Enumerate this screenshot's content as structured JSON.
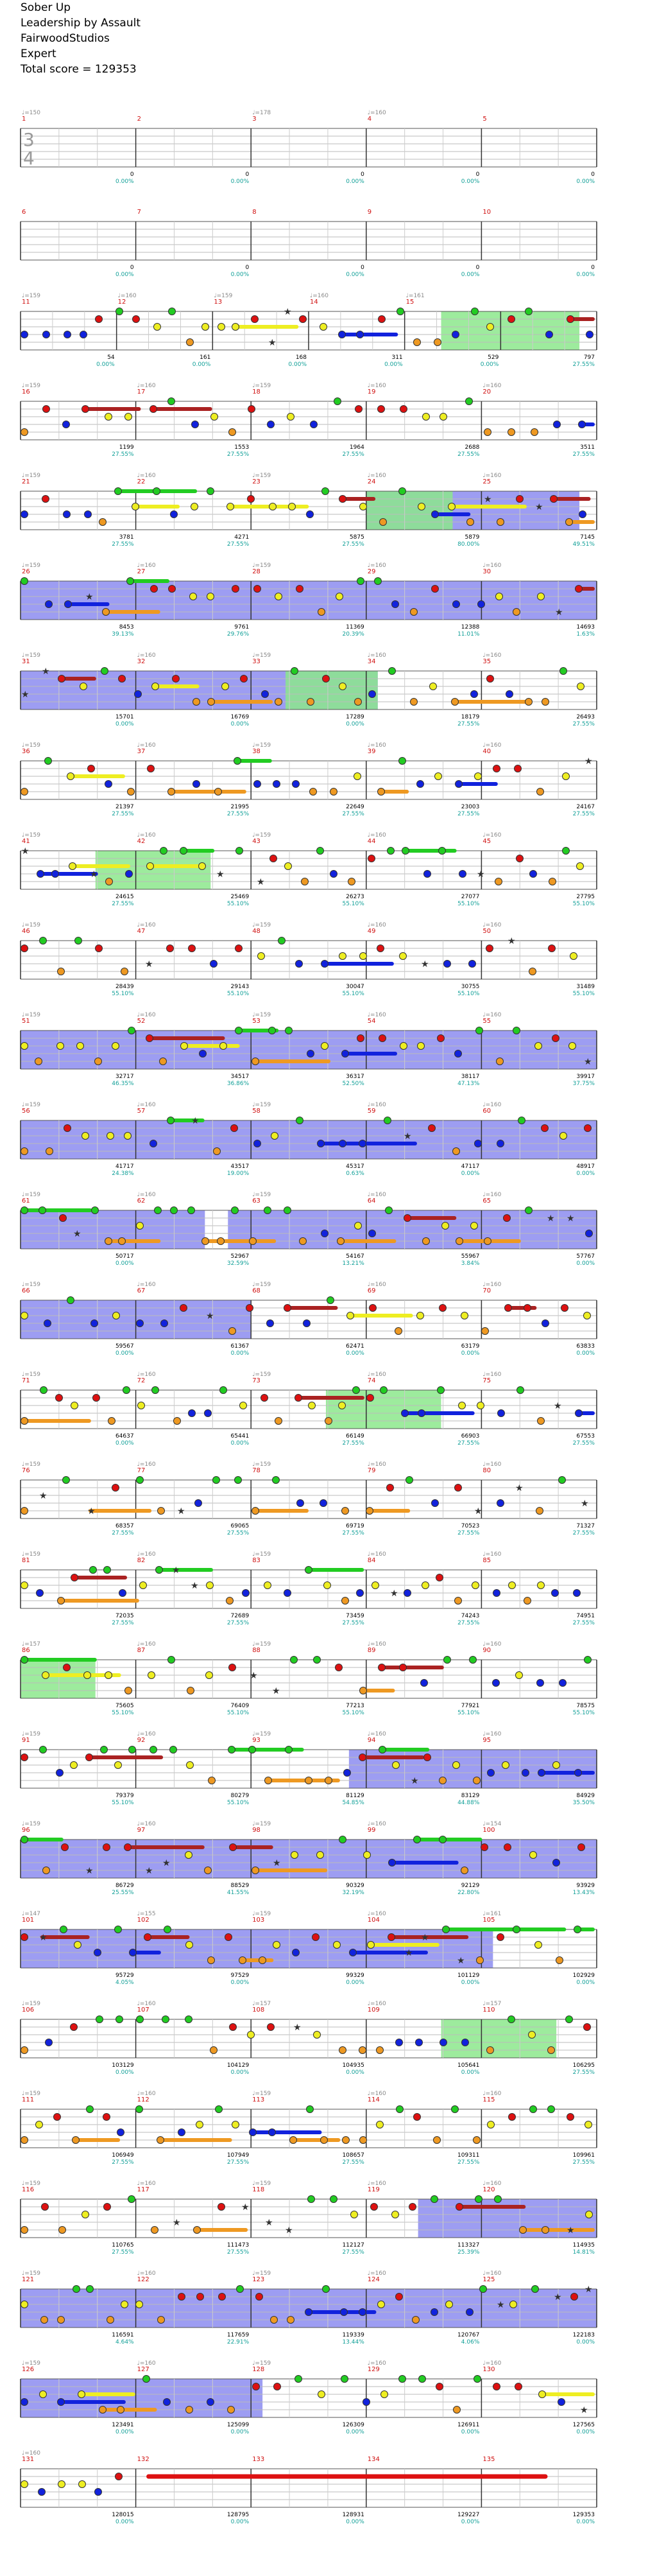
{
  "header": {
    "song": "Sober Up",
    "artist": "Leadership by Assault",
    "charter": "FairwoodStudios",
    "difficulty": "Expert",
    "total_score": "Total score = 129353"
  },
  "colors": {
    "green": "#22cc22",
    "red": "#dd1111",
    "yellow": "#eeee22",
    "blue": "#1122dd",
    "orange": "#ee9922",
    "sustain_red": "#aa2222",
    "overdrive_zone": "#8c8cf0",
    "phrase_zone": "#8ce88c",
    "squeeze": "#ff9090"
  },
  "time_signature": {
    "top": "3",
    "bottom": "4"
  },
  "rows": [
    {
      "measures": [
        {
          "n": "1",
          "tempo": "♩=150",
          "score": "0",
          "pct": "0.00%"
        },
        {
          "n": "2",
          "tempo": "",
          "score": "0",
          "pct": "0.00%"
        },
        {
          "n": "3",
          "tempo": "♩=178",
          "score": "0",
          "pct": "0.00%"
        },
        {
          "n": "4",
          "tempo": "♩=160",
          "score": "0",
          "pct": "0.00%"
        },
        {
          "n": "5",
          "tempo": "",
          "score": "0",
          "pct": "0.00%"
        }
      ]
    },
    {
      "measures": [
        {
          "n": "6",
          "tempo": "",
          "score": "0",
          "pct": "0.00%"
        },
        {
          "n": "7",
          "tempo": "",
          "score": "0",
          "pct": "0.00%"
        },
        {
          "n": "8",
          "tempo": "",
          "score": "0",
          "pct": "0.00%"
        },
        {
          "n": "9",
          "tempo": "",
          "score": "0",
          "pct": "0.00%"
        },
        {
          "n": "10",
          "tempo": "",
          "score": "0",
          "pct": "0.00%"
        }
      ]
    },
    {
      "measures": [
        {
          "n": "11",
          "tempo": "♩=159",
          "score": "54",
          "pct": "0.00%"
        },
        {
          "n": "12",
          "tempo": "♩=160",
          "score": "161",
          "pct": "0.00%"
        },
        {
          "n": "13",
          "tempo": "♩=159",
          "score": "168",
          "pct": "0.00%"
        },
        {
          "n": "14",
          "tempo": "♩=160",
          "score": "311",
          "pct": "0.00%"
        },
        {
          "n": "15",
          "tempo": "♩=161",
          "score": "529",
          "pct": "0.00%"
        },
        {
          "n": "",
          "tempo": "",
          "score": "797",
          "pct": "27.55%"
        }
      ]
    },
    {
      "measures": [
        {
          "n": "16",
          "tempo": "♩=159",
          "score": "1199",
          "pct": "27.55%"
        },
        {
          "n": "17",
          "tempo": "♩=160",
          "score": "1553",
          "pct": "27.55%"
        },
        {
          "n": "18",
          "tempo": "♩=159",
          "score": "1964",
          "pct": "27.55%"
        },
        {
          "n": "19",
          "tempo": "♩=160",
          "score": "2688",
          "pct": "27.55%"
        },
        {
          "n": "20",
          "tempo": "♩=160",
          "score": "3511",
          "pct": "27.55%"
        }
      ]
    },
    {
      "measures": [
        {
          "n": "21",
          "tempo": "♩=159",
          "score": "3781",
          "pct": "27.55%"
        },
        {
          "n": "22",
          "tempo": "♩=160",
          "score": "4271",
          "pct": "27.55%"
        },
        {
          "n": "23",
          "tempo": "♩=159",
          "score": "5875",
          "pct": "27.55%"
        },
        {
          "n": "24",
          "tempo": "♩=160",
          "score": "5879",
          "pct": "80.00%"
        },
        {
          "n": "25",
          "tempo": "♩=160",
          "score": "7145",
          "pct": "49.51%"
        }
      ]
    },
    {
      "measures": [
        {
          "n": "26",
          "tempo": "♩=159",
          "score": "8453",
          "pct": "39.13%"
        },
        {
          "n": "27",
          "tempo": "♩=160",
          "score": "9761",
          "pct": "29.76%"
        },
        {
          "n": "28",
          "tempo": "♩=159",
          "score": "11369",
          "pct": "20.39%"
        },
        {
          "n": "29",
          "tempo": "♩=160",
          "score": "12388",
          "pct": "11.01%"
        },
        {
          "n": "30",
          "tempo": "♩=160",
          "score": "14693",
          "pct": "1.63%"
        }
      ]
    },
    {
      "measures": [
        {
          "n": "31",
          "tempo": "♩=159",
          "score": "15701",
          "pct": "0.00%"
        },
        {
          "n": "32",
          "tempo": "♩=160",
          "score": "16769",
          "pct": "0.00%"
        },
        {
          "n": "33",
          "tempo": "♩=159",
          "score": "17289",
          "pct": "0.00%"
        },
        {
          "n": "34",
          "tempo": "♩=160",
          "score": "18179",
          "pct": "27.55%"
        },
        {
          "n": "35",
          "tempo": "♩=160",
          "score": "26493",
          "pct": "27.55%"
        }
      ]
    },
    {
      "measures": [
        {
          "n": "36",
          "tempo": "♩=159",
          "score": "21397",
          "pct": "27.55%"
        },
        {
          "n": "37",
          "tempo": "♩=160",
          "score": "21995",
          "pct": "27.55%"
        },
        {
          "n": "38",
          "tempo": "♩=159",
          "score": "22649",
          "pct": "27.55%"
        },
        {
          "n": "39",
          "tempo": "♩=160",
          "score": "23003",
          "pct": "27.55%"
        },
        {
          "n": "40",
          "tempo": "♩=160",
          "score": "24167",
          "pct": "27.55%"
        }
      ]
    },
    {
      "measures": [
        {
          "n": "41",
          "tempo": "♩=159",
          "score": "24615",
          "pct": "27.55%"
        },
        {
          "n": "42",
          "tempo": "♩=160",
          "score": "25469",
          "pct": "55.10%"
        },
        {
          "n": "43",
          "tempo": "♩=159",
          "score": "26273",
          "pct": "55.10%"
        },
        {
          "n": "44",
          "tempo": "♩=160",
          "score": "27077",
          "pct": "55.10%"
        },
        {
          "n": "45",
          "tempo": "♩=160",
          "score": "27795",
          "pct": "55.10%"
        }
      ]
    },
    {
      "measures": [
        {
          "n": "46",
          "tempo": "♩=159",
          "score": "28439",
          "pct": "55.10%"
        },
        {
          "n": "47",
          "tempo": "♩=160",
          "score": "29143",
          "pct": "55.10%"
        },
        {
          "n": "48",
          "tempo": "♩=159",
          "score": "30047",
          "pct": "55.10%"
        },
        {
          "n": "49",
          "tempo": "♩=160",
          "score": "30755",
          "pct": "55.10%"
        },
        {
          "n": "50",
          "tempo": "♩=160",
          "score": "31489",
          "pct": "55.10%"
        }
      ]
    },
    {
      "measures": [
        {
          "n": "51",
          "tempo": "♩=159",
          "score": "32717",
          "pct": "46.35%"
        },
        {
          "n": "52",
          "tempo": "♩=160",
          "score": "34517",
          "pct": "36.86%"
        },
        {
          "n": "53",
          "tempo": "♩=159",
          "score": "36317",
          "pct": "52.50%"
        },
        {
          "n": "54",
          "tempo": "♩=160",
          "score": "38117",
          "pct": "47.13%"
        },
        {
          "n": "55",
          "tempo": "♩=160",
          "score": "39917",
          "pct": "37.75%"
        }
      ]
    },
    {
      "measures": [
        {
          "n": "56",
          "tempo": "♩=159",
          "score": "41717",
          "pct": "24.38%"
        },
        {
          "n": "57",
          "tempo": "♩=160",
          "score": "43517",
          "pct": "19.00%"
        },
        {
          "n": "58",
          "tempo": "♩=159",
          "score": "45317",
          "pct": "0.63%"
        },
        {
          "n": "59",
          "tempo": "♩=160",
          "score": "47117",
          "pct": "0.00%"
        },
        {
          "n": "60",
          "tempo": "♩=160",
          "score": "48917",
          "pct": "0.00%"
        }
      ]
    },
    {
      "measures": [
        {
          "n": "61",
          "tempo": "♩=159",
          "score": "50717",
          "pct": "0.00%"
        },
        {
          "n": "62",
          "tempo": "♩=160",
          "score": "52967",
          "pct": "32.59%"
        },
        {
          "n": "63",
          "tempo": "♩=159",
          "score": "54167",
          "pct": "13.21%"
        },
        {
          "n": "64",
          "tempo": "♩=160",
          "score": "55967",
          "pct": "3.84%"
        },
        {
          "n": "65",
          "tempo": "♩=160",
          "score": "57767",
          "pct": "0.00%"
        }
      ]
    },
    {
      "measures": [
        {
          "n": "66",
          "tempo": "♩=159",
          "score": "59567",
          "pct": "0.00%"
        },
        {
          "n": "67",
          "tempo": "♩=160",
          "score": "61367",
          "pct": "0.00%"
        },
        {
          "n": "68",
          "tempo": "♩=159",
          "score": "62471",
          "pct": "0.00%"
        },
        {
          "n": "69",
          "tempo": "♩=160",
          "score": "63179",
          "pct": "0.00%"
        },
        {
          "n": "70",
          "tempo": "♩=160",
          "score": "63833",
          "pct": "0.00%"
        }
      ]
    },
    {
      "measures": [
        {
          "n": "71",
          "tempo": "♩=159",
          "score": "64637",
          "pct": "0.00%"
        },
        {
          "n": "72",
          "tempo": "♩=160",
          "score": "65441",
          "pct": "0.00%"
        },
        {
          "n": "73",
          "tempo": "♩=159",
          "score": "66149",
          "pct": "27.55%"
        },
        {
          "n": "74",
          "tempo": "♩=160",
          "score": "66903",
          "pct": "27.55%"
        },
        {
          "n": "75",
          "tempo": "♩=160",
          "score": "67553",
          "pct": "27.55%"
        }
      ]
    },
    {
      "measures": [
        {
          "n": "76",
          "tempo": "♩=159",
          "score": "68357",
          "pct": "27.55%"
        },
        {
          "n": "77",
          "tempo": "♩=160",
          "score": "69065",
          "pct": "27.55%"
        },
        {
          "n": "78",
          "tempo": "♩=159",
          "score": "69719",
          "pct": "27.55%"
        },
        {
          "n": "79",
          "tempo": "♩=160",
          "score": "70523",
          "pct": "27.55%"
        },
        {
          "n": "80",
          "tempo": "♩=160",
          "score": "71327",
          "pct": "27.55%"
        }
      ]
    },
    {
      "measures": [
        {
          "n": "81",
          "tempo": "♩=159",
          "score": "72035",
          "pct": "27.55%"
        },
        {
          "n": "82",
          "tempo": "♩=160",
          "score": "72689",
          "pct": "27.55%"
        },
        {
          "n": "83",
          "tempo": "♩=159",
          "score": "73459",
          "pct": "27.55%"
        },
        {
          "n": "84",
          "tempo": "♩=160",
          "score": "74243",
          "pct": "27.55%"
        },
        {
          "n": "85",
          "tempo": "♩=160",
          "score": "74951",
          "pct": "27.55%"
        }
      ]
    },
    {
      "measures": [
        {
          "n": "86",
          "tempo": "♩=157",
          "score": "75605",
          "pct": "55.10%"
        },
        {
          "n": "87",
          "tempo": "♩=160",
          "score": "76409",
          "pct": "55.10%"
        },
        {
          "n": "88",
          "tempo": "♩=159",
          "score": "77213",
          "pct": "55.10%"
        },
        {
          "n": "89",
          "tempo": "♩=160",
          "score": "77921",
          "pct": "55.10%"
        },
        {
          "n": "90",
          "tempo": "♩=160",
          "score": "78575",
          "pct": "55.10%"
        }
      ]
    },
    {
      "measures": [
        {
          "n": "91",
          "tempo": "♩=159",
          "score": "79379",
          "pct": "55.10%"
        },
        {
          "n": "92",
          "tempo": "♩=160",
          "score": "80279",
          "pct": "55.10%"
        },
        {
          "n": "93",
          "tempo": "♩=159",
          "score": "81129",
          "pct": "54.85%"
        },
        {
          "n": "94",
          "tempo": "♩=160",
          "score": "83129",
          "pct": "44.88%"
        },
        {
          "n": "95",
          "tempo": "♩=160",
          "score": "84929",
          "pct": "35.50%"
        }
      ]
    },
    {
      "measures": [
        {
          "n": "96",
          "tempo": "♩=159",
          "score": "86729",
          "pct": "25.55%"
        },
        {
          "n": "97",
          "tempo": "♩=160",
          "score": "88529",
          "pct": "41.55%"
        },
        {
          "n": "98",
          "tempo": "♩=159",
          "score": "90329",
          "pct": "32.19%"
        },
        {
          "n": "99",
          "tempo": "♩=160",
          "score": "92129",
          "pct": "22.80%"
        },
        {
          "n": "100",
          "tempo": "♩=154",
          "score": "93929",
          "pct": "13.43%"
        }
      ]
    },
    {
      "measures": [
        {
          "n": "101",
          "tempo": "♩=147",
          "score": "95729",
          "pct": "4.05%"
        },
        {
          "n": "102",
          "tempo": "♩=155",
          "score": "97529",
          "pct": "0.00%"
        },
        {
          "n": "103",
          "tempo": "♩=159",
          "score": "99329",
          "pct": "0.00%"
        },
        {
          "n": "104",
          "tempo": "♩=160",
          "score": "101129",
          "pct": "0.00%"
        },
        {
          "n": "105",
          "tempo": "♩=161",
          "score": "102929",
          "pct": "0.00%"
        }
      ]
    },
    {
      "measures": [
        {
          "n": "106",
          "tempo": "♩=159",
          "score": "103129",
          "pct": "0.00%"
        },
        {
          "n": "107",
          "tempo": "♩=160",
          "score": "104129",
          "pct": "0.00%"
        },
        {
          "n": "108",
          "tempo": "♩=157",
          "score": "104935",
          "pct": "0.00%"
        },
        {
          "n": "109",
          "tempo": "♩=160",
          "score": "105641",
          "pct": "0.00%"
        },
        {
          "n": "110",
          "tempo": "♩=157",
          "score": "106295",
          "pct": "27.55%"
        }
      ]
    },
    {
      "measures": [
        {
          "n": "111",
          "tempo": "♩=159",
          "score": "106949",
          "pct": "27.55%"
        },
        {
          "n": "112",
          "tempo": "♩=160",
          "score": "107949",
          "pct": "27.55%"
        },
        {
          "n": "113",
          "tempo": "♩=159",
          "score": "108657",
          "pct": "27.55%"
        },
        {
          "n": "114",
          "tempo": "♩=160",
          "score": "109311",
          "pct": "27.55%"
        },
        {
          "n": "115",
          "tempo": "♩=160",
          "score": "109961",
          "pct": "27.55%"
        }
      ]
    },
    {
      "measures": [
        {
          "n": "116",
          "tempo": "♩=159",
          "score": "110765",
          "pct": "27.55%"
        },
        {
          "n": "117",
          "tempo": "♩=160",
          "score": "111473",
          "pct": "27.55%"
        },
        {
          "n": "118",
          "tempo": "♩=159",
          "score": "112127",
          "pct": "27.55%"
        },
        {
          "n": "119",
          "tempo": "♩=160",
          "score": "113327",
          "pct": "25.39%"
        },
        {
          "n": "120",
          "tempo": "♩=160",
          "score": "114935",
          "pct": "14.81%"
        }
      ]
    },
    {
      "measures": [
        {
          "n": "121",
          "tempo": "♩=159",
          "score": "116591",
          "pct": "4.64%"
        },
        {
          "n": "122",
          "tempo": "♩=160",
          "score": "117659",
          "pct": "22.91%"
        },
        {
          "n": "123",
          "tempo": "♩=159",
          "score": "119339",
          "pct": "13.44%"
        },
        {
          "n": "124",
          "tempo": "♩=160",
          "score": "120767",
          "pct": "4.06%"
        },
        {
          "n": "125",
          "tempo": "♩=160",
          "score": "122183",
          "pct": "0.00%"
        }
      ]
    },
    {
      "measures": [
        {
          "n": "126",
          "tempo": "♩=159",
          "score": "123491",
          "pct": "0.00%"
        },
        {
          "n": "127",
          "tempo": "♩=160",
          "score": "125099",
          "pct": "0.00%"
        },
        {
          "n": "128",
          "tempo": "♩=159",
          "score": "126309",
          "pct": "0.00%"
        },
        {
          "n": "129",
          "tempo": "♩=160",
          "score": "126911",
          "pct": "0.00%"
        },
        {
          "n": "130",
          "tempo": "♩=160",
          "score": "127565",
          "pct": "0.00%"
        }
      ]
    },
    {
      "measures": [
        {
          "n": "131",
          "tempo": "♩=160",
          "score": "128015",
          "pct": "0.00%"
        },
        {
          "n": "132",
          "tempo": "",
          "score": "128795",
          "pct": "0.00%"
        },
        {
          "n": "133",
          "tempo": "",
          "score": "128931",
          "pct": "0.00%"
        },
        {
          "n": "134",
          "tempo": "",
          "score": "129227",
          "pct": "0.00%"
        },
        {
          "n": "135",
          "tempo": "",
          "score": "129353",
          "pct": "0.00%"
        }
      ]
    }
  ],
  "note_lanes": [
    "green",
    "red",
    "yellow",
    "blue",
    "orange"
  ]
}
